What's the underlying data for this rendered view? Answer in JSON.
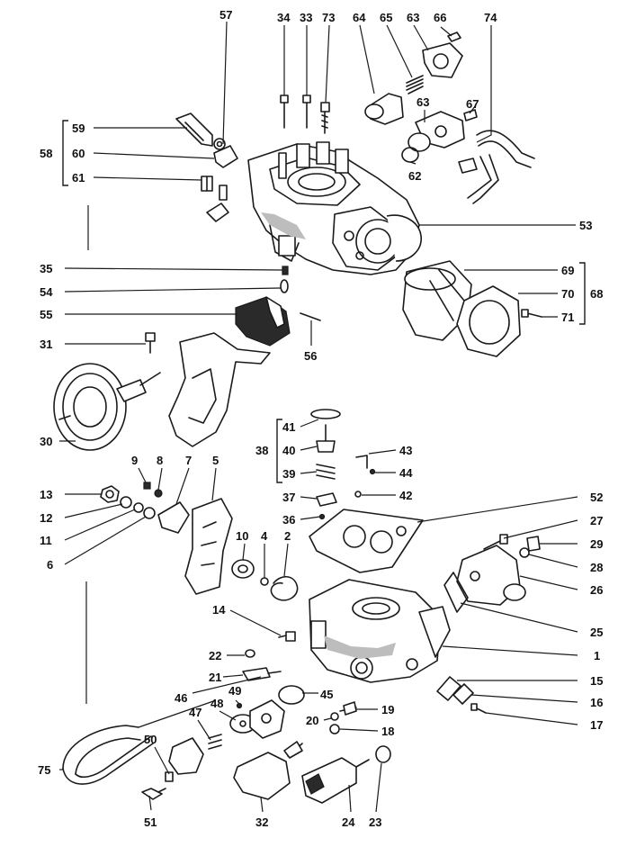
{
  "labels": {
    "p1": "1",
    "p2": "2",
    "p4": "4",
    "p5": "5",
    "p6": "6",
    "p7": "7",
    "p8": "8",
    "p9": "9",
    "p10": "10",
    "p11": "11",
    "p12": "12",
    "p13": "13",
    "p14": "14",
    "p15": "15",
    "p16": "16",
    "p17": "17",
    "p18": "18",
    "p19": "19",
    "p20": "20",
    "p21": "21",
    "p22": "22",
    "p23": "23",
    "p24": "24",
    "p25": "25",
    "p26": "26",
    "p27": "27",
    "p28": "28",
    "p29": "29",
    "p30": "30",
    "p31": "31",
    "p32": "32",
    "p33": "33",
    "p34": "34",
    "p35": "35",
    "p36": "36",
    "p37": "37",
    "p38": "38",
    "p39": "39",
    "p40": "40",
    "p41": "41",
    "p42": "42",
    "p43": "43",
    "p44": "44",
    "p45": "45",
    "p46": "46",
    "p47": "47",
    "p48": "48",
    "p49": "49",
    "p50": "50",
    "p51": "51",
    "p52": "52",
    "p53": "53",
    "p54": "54",
    "p55": "55",
    "p56": "56",
    "p57": "57",
    "p58": "58",
    "p59": "59",
    "p60": "60",
    "p61": "61",
    "p62": "62",
    "p63a": "63",
    "p63b": "63",
    "p64": "64",
    "p65": "65",
    "p66": "66",
    "p67": "67",
    "p68": "68",
    "p69": "69",
    "p70": "70",
    "p71": "71",
    "p73": "73",
    "p74": "74",
    "p75": "75"
  }
}
